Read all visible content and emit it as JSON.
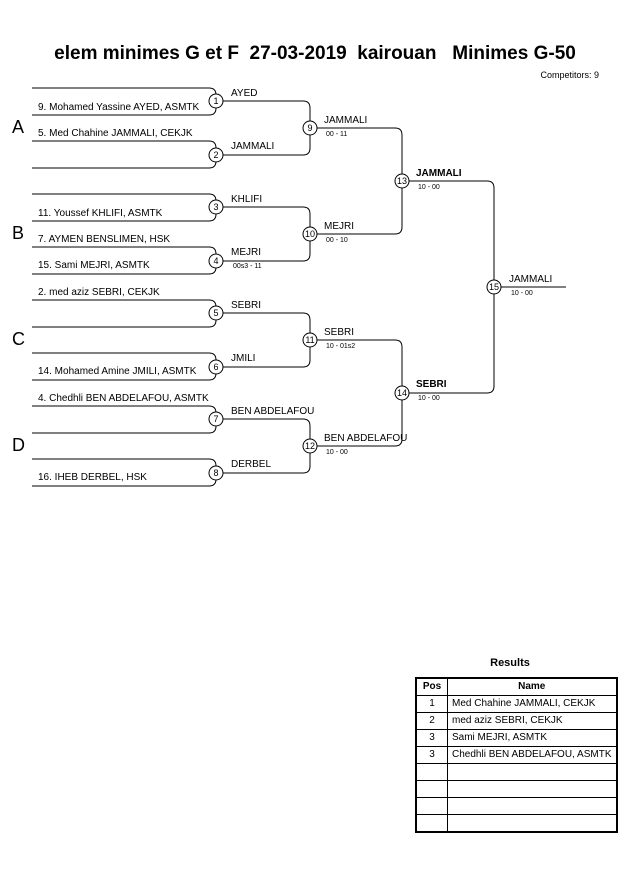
{
  "header": {
    "title": "elem minimes G et F  27-03-2019  kairouan   Minimes G-50",
    "competitors": "Competitors: 9"
  },
  "pools": [
    "A",
    "B",
    "C",
    "D"
  ],
  "entries": [
    "9. Mohamed Yassine AYED, ASMTK",
    "5. Med Chahine JAMMALI, CEKJK",
    "11. Youssef KHLIFI, ASMTK",
    "7. AYMEN BENSLIMEN, HSK",
    "15. Sami MEJRI, ASMTK",
    "2. med aziz SEBRI, CEKJK",
    "14. Mohamed Amine JMILI, ASMTK",
    "4. Chedhli BEN ABDELAFOU, ASMTK",
    "16. IHEB DERBEL, HSK"
  ],
  "matches": [
    {
      "no": "1",
      "winner": "AYED",
      "score": ""
    },
    {
      "no": "2",
      "winner": "JAMMALI",
      "score": ""
    },
    {
      "no": "3",
      "winner": "KHLIFI",
      "score": ""
    },
    {
      "no": "4",
      "winner": "MEJRI",
      "score": "00s3 - 11"
    },
    {
      "no": "5",
      "winner": "SEBRI",
      "score": ""
    },
    {
      "no": "6",
      "winner": "JMILI",
      "score": ""
    },
    {
      "no": "7",
      "winner": "BEN ABDELAFOU",
      "score": ""
    },
    {
      "no": "8",
      "winner": "DERBEL",
      "score": ""
    },
    {
      "no": "9",
      "winner": "JAMMALI",
      "score": "00 - 11"
    },
    {
      "no": "10",
      "winner": "MEJRI",
      "score": "00 - 10"
    },
    {
      "no": "11",
      "winner": "SEBRI",
      "score": "10 - 01s2"
    },
    {
      "no": "12",
      "winner": "BEN ABDELAFOU",
      "score": "10 - 00"
    },
    {
      "no": "13",
      "winner": "JAMMALI",
      "score": "10 - 00"
    },
    {
      "no": "14",
      "winner": "SEBRI",
      "score": "10 - 00"
    },
    {
      "no": "15",
      "winner": "JAMMALI",
      "score": "10 - 00"
    }
  ],
  "results": {
    "title": "Results",
    "headers": [
      "Pos",
      "Name"
    ],
    "rows": [
      {
        "pos": "1",
        "name": "Med Chahine JAMMALI, CEKJK"
      },
      {
        "pos": "2",
        "name": "med aziz SEBRI, CEKJK"
      },
      {
        "pos": "3",
        "name": "Sami MEJRI, ASMTK"
      },
      {
        "pos": "3",
        "name": "Chedhli BEN ABDELAFOU, ASMTK"
      },
      {
        "pos": "",
        "name": ""
      },
      {
        "pos": "",
        "name": ""
      },
      {
        "pos": "",
        "name": ""
      },
      {
        "pos": "",
        "name": ""
      }
    ]
  }
}
